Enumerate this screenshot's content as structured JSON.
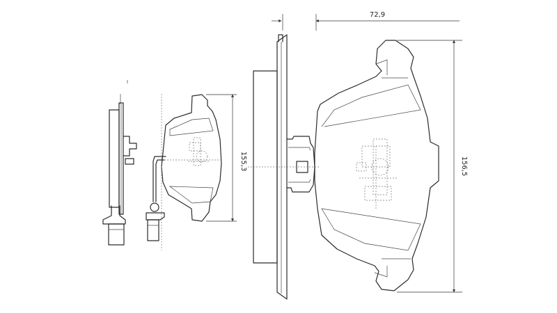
{
  "drawing": {
    "dimensions": {
      "width_label": "72,9",
      "height_large_label": "156,5",
      "height_small_label": "155,3"
    }
  }
}
